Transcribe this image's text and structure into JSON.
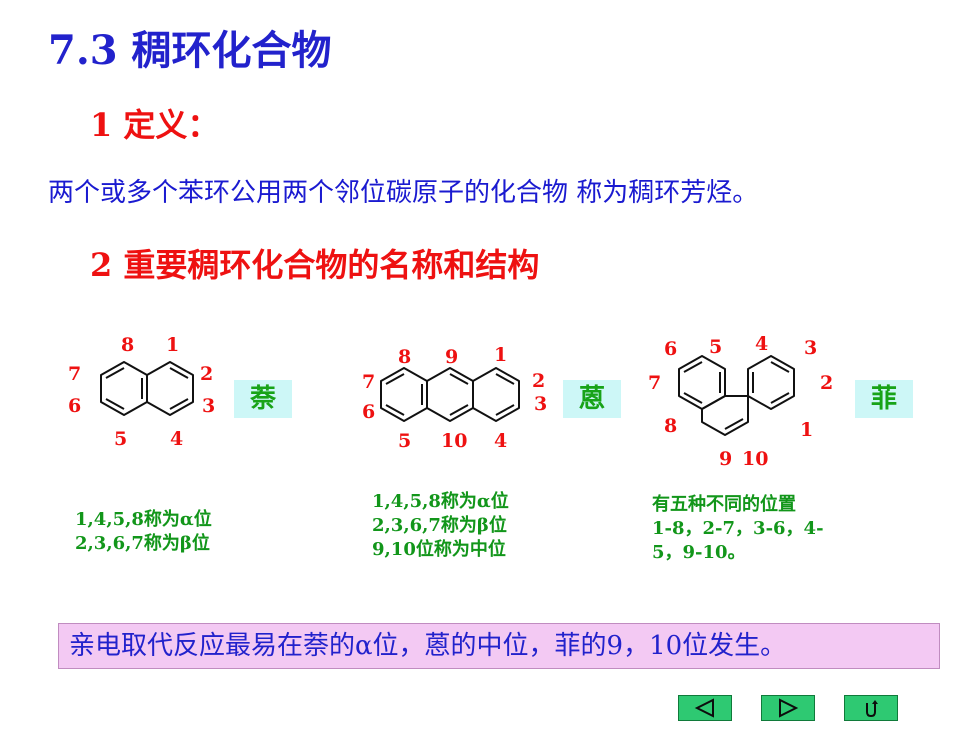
{
  "slide": {
    "title": "7.3 稠环化合物",
    "section1": "1  定义：",
    "definition": "两个或多个苯环公用两个邻位碳原子的化合物 称为稠环芳烃。",
    "section2": "2 重要稠环化合物的名称和结构"
  },
  "naphthalene": {
    "name": "萘",
    "positions": [
      "1",
      "2",
      "3",
      "4",
      "5",
      "6",
      "7",
      "8"
    ],
    "notes": [
      "1,4,5,8称为α位",
      "2,3,6,7称为β位"
    ]
  },
  "anthracene": {
    "name": "蒽",
    "positions": [
      "1",
      "2",
      "3",
      "4",
      "5",
      "6",
      "7",
      "8",
      "9",
      "10"
    ],
    "notes": [
      "1,4,5,8称为α位",
      "2,3,6,7称为β位",
      "9,10位称为中位"
    ]
  },
  "phenanthrene": {
    "name": "菲",
    "positions": [
      "1",
      "2",
      "3",
      "4",
      "5",
      "6",
      "7",
      "8",
      "9",
      "10"
    ],
    "notes": [
      "有五种不同的位置",
      "1-8，2-7，3-6，4-",
      "5，9-10。"
    ]
  },
  "summary": "亲电取代反应最易在萘的α位，蒽的中位，菲的9，10位发生。",
  "navigation": {
    "colors": {
      "button_fill": "#2ec972",
      "icon": "#0d0d0d"
    },
    "icons": [
      "triangle-left-icon",
      "triangle-right-icon",
      "return-arrow-icon"
    ]
  }
}
